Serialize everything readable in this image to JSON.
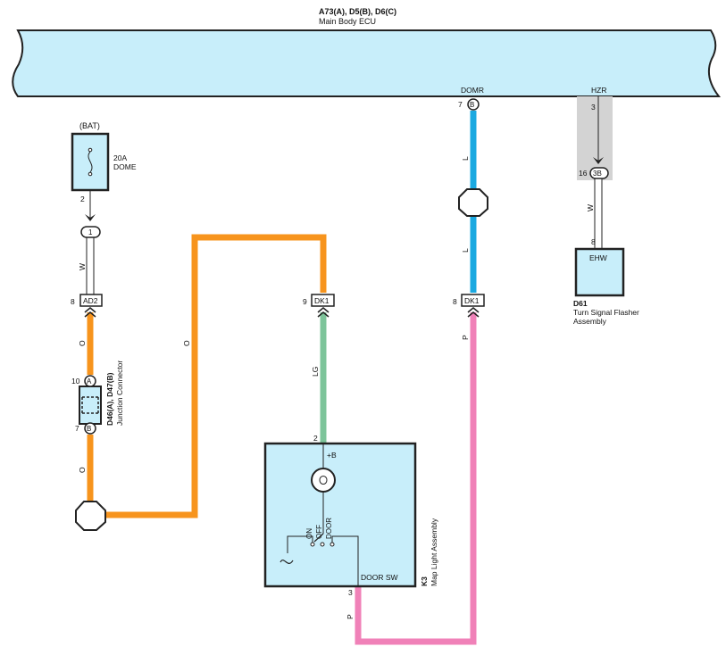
{
  "ecu": {
    "header": "A73(A), D5(B), D6(C)",
    "name": "Main Body ECU",
    "domr_label": "DOMR",
    "domr_pin": "7",
    "domr_conn": "B",
    "hzr_label": "HZR",
    "hzr_pin": "3"
  },
  "fuse": {
    "source": "(BAT)",
    "rating": "20A",
    "name": "DOME",
    "out_pin": "2"
  },
  "connectors": {
    "bat_joint": "1",
    "ad2_pin": "8",
    "ad2": "AD2",
    "dk1_left_pin": "9",
    "dk1_left": "DK1",
    "dk1_right_pin": "8",
    "dk1_right": "DK1",
    "hzr_pin16": "16",
    "hzr_3b": "3B"
  },
  "junction": {
    "code": "D46(A), D47(B)",
    "name": "Junction Connector",
    "pin_a": "10",
    "conn_a": "A",
    "pin_b": "7",
    "conn_b": "B"
  },
  "wires": {
    "w_bat": "W",
    "o_upper": "O",
    "o_lower": "O",
    "o_long": "O",
    "lg": "LG",
    "l_upper": "L",
    "l_lower": "L",
    "p_right": "P",
    "p_bottom": "P",
    "w_hzr": "W"
  },
  "map_light": {
    "code": "K3",
    "name": "Map Light Assembly",
    "pin_b": "2",
    "b_label": "+B",
    "on": "ON",
    "off": "OFF",
    "door": "DOOR",
    "door_sw": "DOOR SW",
    "pin_door": "3"
  },
  "flasher": {
    "code": "D61",
    "name_line1": "Turn Signal Flasher",
    "name_line2": "Assembly",
    "terminal": "EHW",
    "pin": "8"
  },
  "colors": {
    "component_fill": "#c8eefa",
    "wire_orange": "#f7941d",
    "wire_blue": "#1ba9e1",
    "wire_green": "#7dc49a",
    "wire_pink": "#f081b8",
    "shield_gray": "#d3d3d3"
  }
}
